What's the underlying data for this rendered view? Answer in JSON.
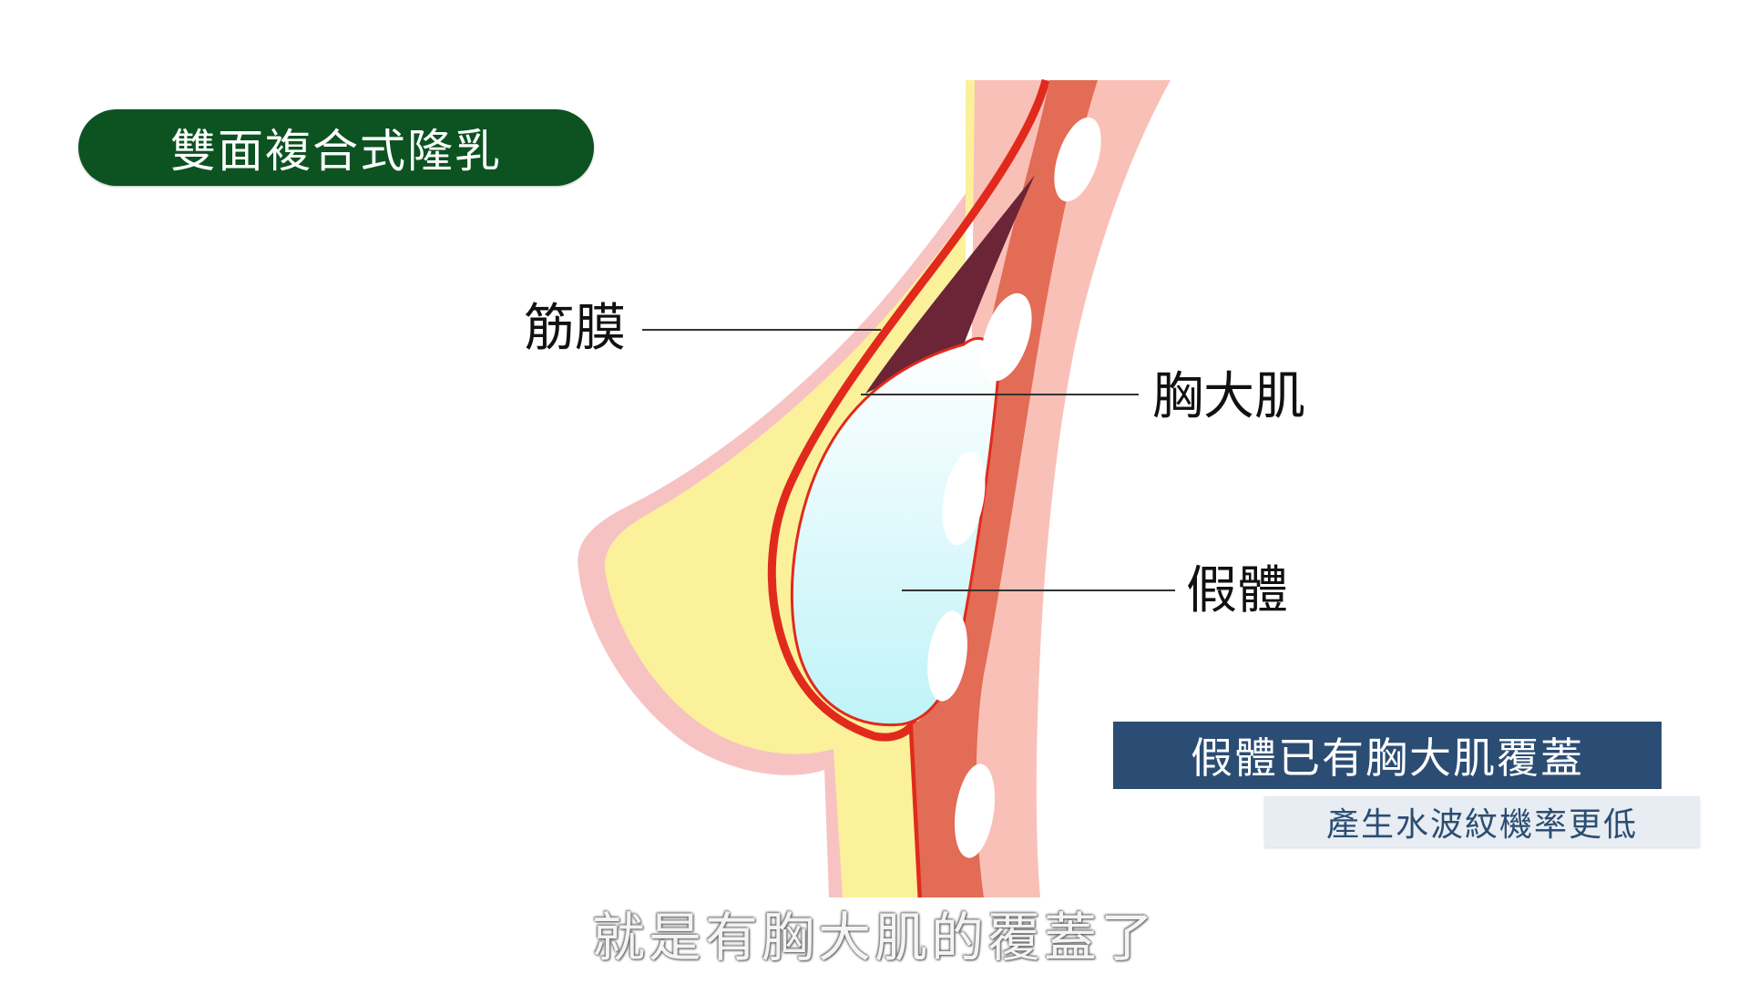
{
  "title": "雙面複合式隆乳",
  "labels": {
    "fascia": "筋膜",
    "pectoralis": "胸大肌",
    "implant": "假體"
  },
  "note": {
    "main": "假體已有胸大肌覆蓋",
    "sub": "產生水波紋機率更低"
  },
  "subtitle": "就是有胸大肌的覆蓋了",
  "colors": {
    "title_bg": "#0c5321",
    "skin_outline": "#f7c3c2",
    "fat": "#fbf19b",
    "fascia_line": "#e12a1c",
    "pocket": "#6b2537",
    "implant_top": "#ffffff",
    "implant_bottom": "#bff3f8",
    "muscle": "#e26c55",
    "chest_wall": "#f9c0b7",
    "rib": "#ffffff",
    "note_bg": "#2c4d73",
    "note_sub_bg": "#e7edf2"
  }
}
